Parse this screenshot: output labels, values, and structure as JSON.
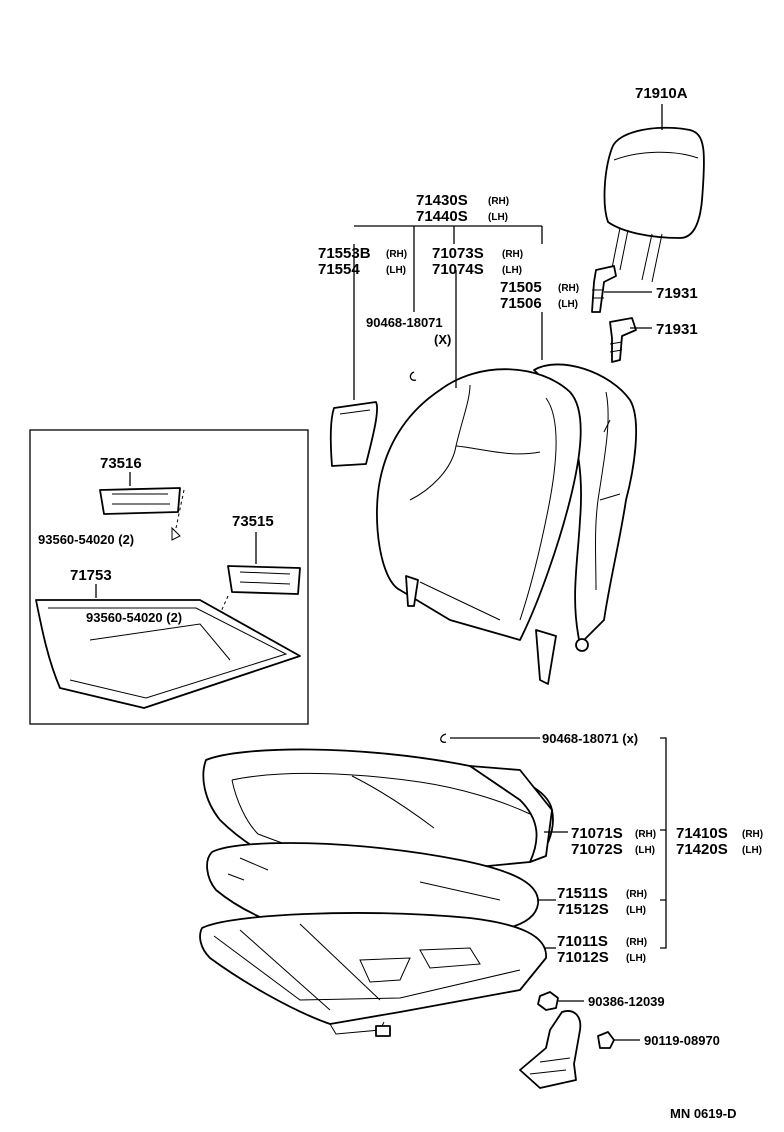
{
  "diagram": {
    "code": "MN  0619-D",
    "inset_box": true,
    "labels": {
      "headrest": "71910A",
      "guide_1": "71931",
      "guide_2": "71931",
      "back_assy_rh": "71430S",
      "back_assy_rh_side": "(RH)",
      "back_assy_lh": "71440S",
      "back_assy_lh_side": "(LH)",
      "hinge_cover_rh": "71553B",
      "hinge_cover_rh_side": "(RH)",
      "hinge_cover_lh": "71554",
      "hinge_cover_lh_side": "(LH)",
      "back_cover_rh": "71073S",
      "back_cover_rh_side": "(RH)",
      "back_cover_lh": "71074S",
      "back_cover_lh_side": "(LH)",
      "back_pad_rh": "71505",
      "back_pad_rh_side": "(RH)",
      "back_pad_lh": "71506",
      "back_pad_lh_side": "(LH)",
      "hog_ring_upper": "90468-18071",
      "hog_ring_upper_x": "(X)",
      "inset_bracket_1": "73516",
      "inset_screw_1": "93560-54020 (2)",
      "inset_bracket_2": "73515",
      "inset_tray": "71753",
      "inset_screw_2": "93560-54020 (2)",
      "hog_ring_lower": "90468-18071 (x)",
      "cushion_cover_rh": "71071S",
      "cushion_cover_rh_side": "(RH)",
      "cushion_cover_lh": "71072S",
      "cushion_cover_lh_side": "(LH)",
      "cushion_assy_rh": "71410S",
      "cushion_assy_rh_side": "(RH)",
      "cushion_assy_lh": "71420S",
      "cushion_assy_lh_side": "(LH)",
      "cushion_pad_rh": "71511S",
      "cushion_pad_rh_side": "(RH)",
      "cushion_pad_lh": "71512S",
      "cushion_pad_lh_side": "(LH)",
      "frame_rh": "71011S",
      "frame_rh_side": "(RH)",
      "frame_lh": "71012S",
      "frame_lh_side": "(LH)",
      "nut": "90386-12039",
      "bolt": "90119-08970"
    }
  }
}
